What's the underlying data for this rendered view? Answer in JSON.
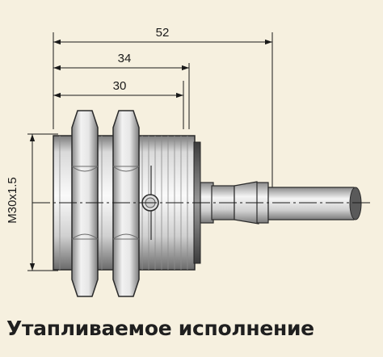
{
  "dimensions": {
    "overall_length": "52",
    "housing_length": "34",
    "thread_length": "30",
    "thread_size": "M30x1.5"
  },
  "caption": "Утапливаемое исполнение",
  "colors": {
    "background": "#f6f0df",
    "metal_light": "#f4f4f4",
    "metal_mid": "#bdbdbd",
    "metal_dark": "#6e6e6e",
    "dimension_line": "#1a1a1a"
  }
}
